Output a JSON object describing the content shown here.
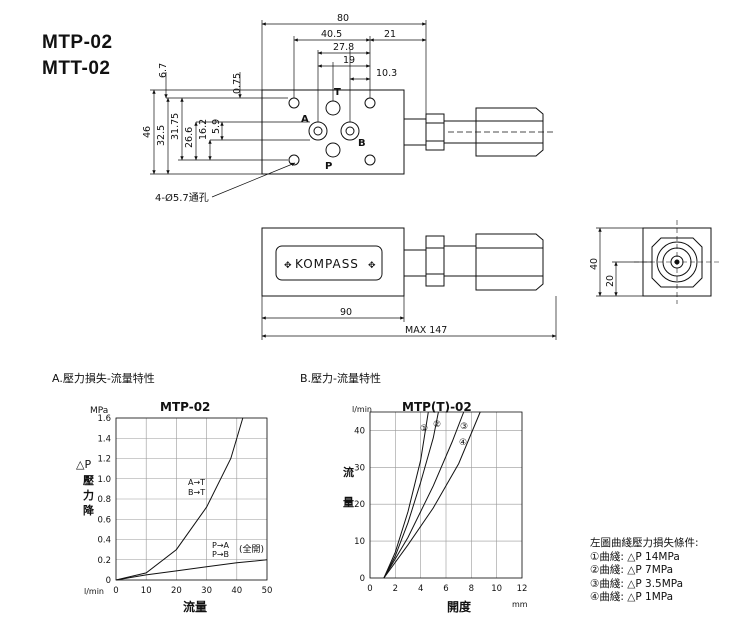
{
  "models": [
    "MTP-02",
    "MTT-02"
  ],
  "dims": {
    "top": [
      "80",
      "40.5",
      "21",
      "27.8",
      "19",
      "10.3"
    ],
    "left": [
      "6.7",
      "0.75",
      "46",
      "32.5",
      "31.75",
      "26.6",
      "16.2",
      "5.9"
    ],
    "ports": [
      "T",
      "A",
      "B",
      "P"
    ],
    "hole": "4-Ø5.7通孔",
    "brand": "KOMPASS",
    "len90": "90",
    "max": "MAX 147",
    "end40": "40",
    "end20": "20"
  },
  "captions": {
    "a": "A.壓力損失-流量特性",
    "b": "B.壓力-流量特性"
  },
  "legend": {
    "title": "左圖曲綫壓力損失條件:",
    "items": [
      "①曲綫: △P 14MPa",
      "②曲綫: △P 7MPa",
      "③曲綫: △P 3.5MPa",
      "④曲綫: △P 1MPa"
    ]
  },
  "chart_data": [
    {
      "type": "line",
      "title": "MTP-02",
      "y_unit": "MPa",
      "ylabel": "△P 壓力降",
      "xlabel": "流量",
      "x_unit": "l/min",
      "xlim": [
        0,
        50
      ],
      "ylim": [
        0,
        1.6
      ],
      "x_ticks": [
        "0",
        "10",
        "20",
        "30",
        "40",
        "50"
      ],
      "y_ticks": [
        "0",
        "0.2",
        "0.4",
        "0.6",
        "0.8",
        "1.0",
        "1.2",
        "1.4",
        "1.6"
      ],
      "grid": true,
      "series": [
        {
          "name": "A→T B→T",
          "x": [
            0,
            10,
            20,
            30,
            38,
            42
          ],
          "y": [
            0,
            0.07,
            0.3,
            0.72,
            1.2,
            1.6
          ]
        },
        {
          "name": "P→A P→B (全開)",
          "x": [
            0,
            10,
            20,
            30,
            40,
            50
          ],
          "y": [
            0,
            0.05,
            0.09,
            0.13,
            0.17,
            0.2
          ]
        }
      ],
      "annotations": [
        "A→T",
        "B→T",
        "P→A",
        "P→B",
        "(全開)"
      ]
    },
    {
      "type": "line",
      "title": "MTP(T)-02",
      "y_unit": "l/min",
      "ylabel": "流量",
      "xlabel": "開度",
      "x_unit": "mm",
      "xlim": [
        0,
        12
      ],
      "ylim": [
        0,
        45
      ],
      "x_ticks": [
        "0",
        "2",
        "4",
        "6",
        "8",
        "10",
        "12"
      ],
      "y_ticks": [
        "0",
        "10",
        "20",
        "30",
        "40"
      ],
      "grid": true,
      "series": [
        {
          "name": "①",
          "x": [
            1.1,
            2,
            3,
            4,
            4.6
          ],
          "y": [
            0,
            7,
            18,
            32,
            45
          ]
        },
        {
          "name": "②",
          "x": [
            1.1,
            2,
            3,
            4,
            5,
            5.4
          ],
          "y": [
            0,
            6,
            15,
            26,
            38,
            45
          ]
        },
        {
          "name": "③",
          "x": [
            1.1,
            3,
            5,
            6.5,
            7.4
          ],
          "y": [
            0,
            11,
            25,
            37,
            45
          ]
        },
        {
          "name": "④",
          "x": [
            1.1,
            3,
            5,
            7,
            8.7
          ],
          "y": [
            0,
            9,
            19,
            31,
            45
          ]
        }
      ]
    }
  ]
}
